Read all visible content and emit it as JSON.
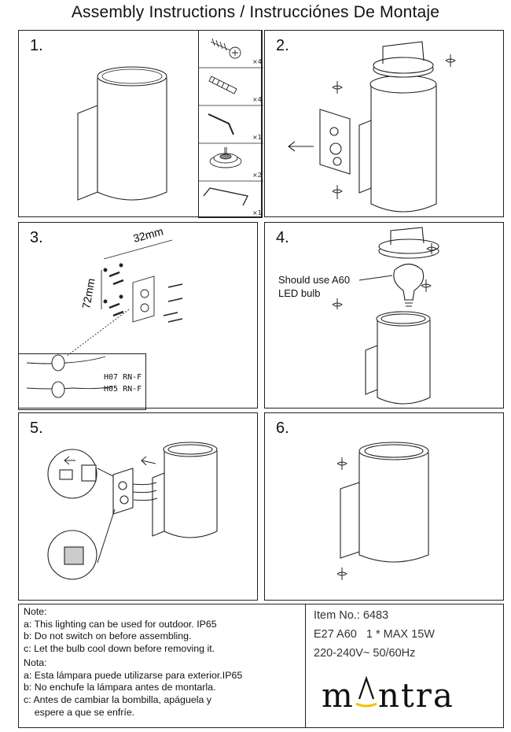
{
  "title": "Assembly Instructions / Instrucciónes De Montaje",
  "steps": [
    "1.",
    "2.",
    "3.",
    "4.",
    "5.",
    "6."
  ],
  "parts": [
    {
      "icon": "screw-icon",
      "qty": "×4"
    },
    {
      "icon": "wall-plug-icon",
      "qty": "×4"
    },
    {
      "icon": "allen-key-icon",
      "qty": "×1"
    },
    {
      "icon": "cable-gland-icon",
      "qty": "×2"
    },
    {
      "icon": "wire-bracket-icon",
      "qty": "×1"
    }
  ],
  "step3": {
    "width_dim": "32mm",
    "height_dim": "72mm",
    "cable_1": "H07 RN-F",
    "cable_2": "H05 RN-F"
  },
  "step4": {
    "bulb_note_line1": "Should use A60",
    "bulb_note_line2": "LED bulb"
  },
  "notes": {
    "en_heading": "Note:",
    "en": [
      "a: This lighting can be used for outdoor. IP65",
      "b: Do not switch on before assembling.",
      "c: Let the bulb cool down before removing it."
    ],
    "es_heading": "Nota:",
    "es": [
      "a: Esta lámpara puede utilizarse para exterior.IP65",
      "b: No enchufe la lámpara antes de montarla.",
      "c: Antes de cambiar la bombilla, apáguela y",
      "    espere a que se enfríe."
    ]
  },
  "product": {
    "item_label": "Item No.:",
    "item_no": "6483",
    "spec": "E27 A60   1 * MAX 15W",
    "voltage": "220-240V~ 50/60Hz",
    "brand_pre": "m",
    "brand_post": "ntra",
    "brand_full": "mantra",
    "accent_color": "#f2c200"
  }
}
